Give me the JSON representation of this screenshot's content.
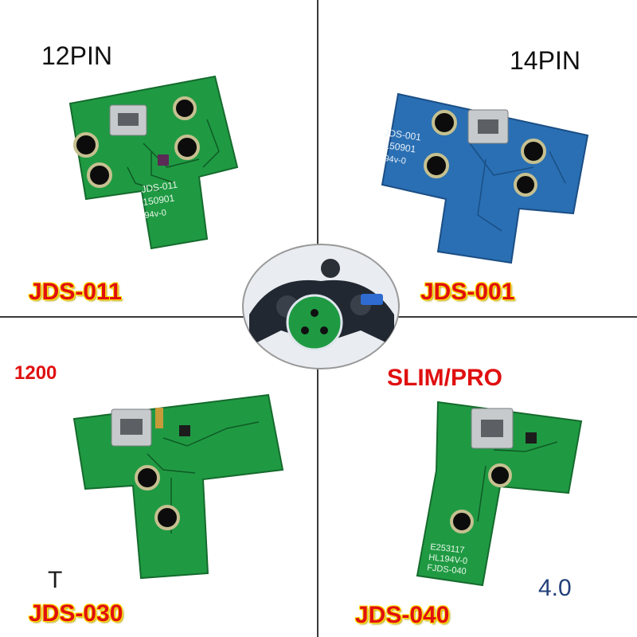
{
  "quadrants": {
    "top_left": {
      "pin_label": "12PIN",
      "model_label": "JDS-011",
      "board_text": [
        "JDS-011",
        "150901",
        "94v-0"
      ],
      "board_color": "#1f9a43"
    },
    "top_right": {
      "pin_label": "14PIN",
      "model_label": "JDS-001",
      "board_text": [
        "JDS-001",
        "150901",
        "94v-0"
      ],
      "board_color": "#2a6fb3"
    },
    "bottom_left": {
      "side_label": "1200",
      "corner_label": "T",
      "model_label": "JDS-030"
    },
    "bottom_right": {
      "side_label": "SLIM/PRO",
      "version_label": "4.0",
      "model_label": "JDS-040",
      "board_text": [
        "E253117",
        "HL194V-0",
        "FJDS-040"
      ]
    }
  },
  "colors": {
    "label_red": "#e01010",
    "label_outline": "#ffe000",
    "green_board": "#1f9a43",
    "blue_board": "#2a6fb3"
  }
}
